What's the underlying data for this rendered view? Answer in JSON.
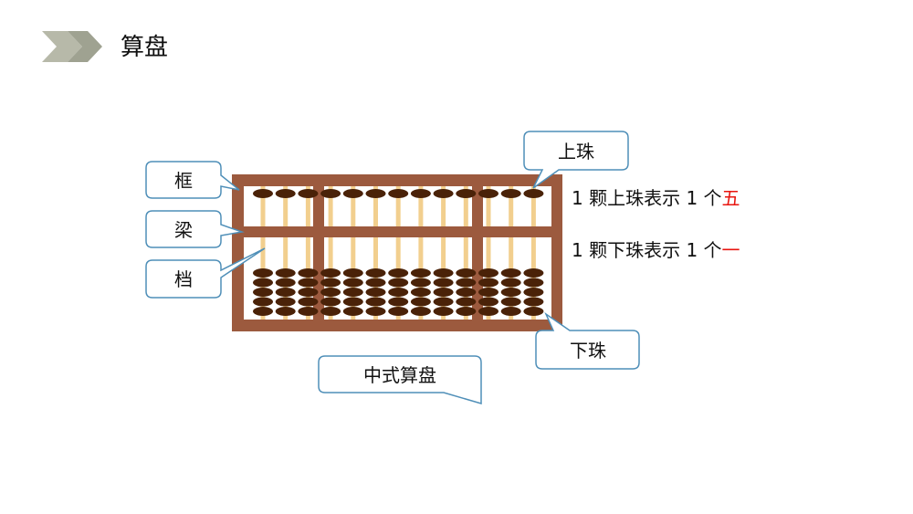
{
  "page": {
    "title": "算盘"
  },
  "labels": {
    "frame": "框",
    "beam": "梁",
    "rod": "档",
    "upper_bead": "上珠",
    "lower_bead": "下珠",
    "caption": "中式算盘"
  },
  "descriptions": {
    "upper": {
      "prefix": "1 颗上珠表示 1 个",
      "value": "五"
    },
    "lower": {
      "prefix": "1 颗下珠表示 1 个",
      "value": "一"
    }
  },
  "abacus": {
    "rod_count": 13,
    "upper_beads_per_rod": 1,
    "lower_beads_per_rod": 5
  },
  "colors": {
    "frame": "#9c5a3e",
    "bead": "#4a2208",
    "rod": "#f2cf8e",
    "callout_border": "#4f8fb8",
    "chevron": "#b7b9a9",
    "highlight": "#e8150f"
  },
  "icons": {
    "header": "double-chevron-right-icon"
  }
}
